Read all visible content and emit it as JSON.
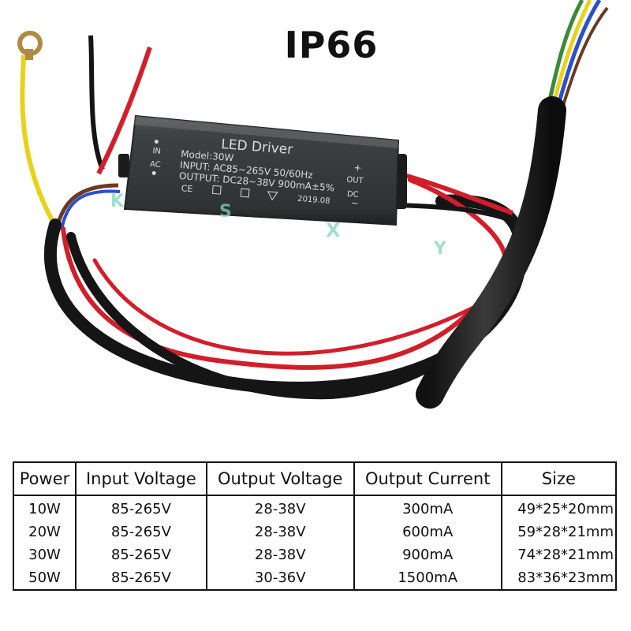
{
  "title": "IP66",
  "product": {
    "heading": "LED Driver",
    "model": "Model:30W",
    "input": "INPUT: AC85~265V 50/60Hz",
    "output": "OUTPUT: DC28~38V 900mA±5%",
    "date": "2019.08",
    "in_label": "IN",
    "ac_label": "AC",
    "out_label": "OUT",
    "dc_label": "DC",
    "plus": "+",
    "minus": "−"
  },
  "watermark": [
    "K",
    "S",
    "X",
    "Y"
  ],
  "table": {
    "headers": [
      "Power",
      "Input Voltage",
      "Output Voltage",
      "Output Current",
      "Size"
    ],
    "rows": [
      [
        "10W",
        "85-265V",
        "28-38V",
        "300mA",
        "49*25*20mm"
      ],
      [
        "20W",
        "85-265V",
        "28-38V",
        "600mA",
        "59*28*21mm"
      ],
      [
        "30W",
        "85-265V",
        "28-38V",
        "900mA",
        "74*28*21mm"
      ],
      [
        "50W",
        "85-265V",
        "30-36V",
        "1500mA",
        "83*36*23mm"
      ]
    ]
  },
  "colors": {
    "case": "#3a3d3e",
    "label_text": "#d8dcdc",
    "wire_red": "#d21e2a",
    "wire_black": "#151515",
    "wire_yellow": "#e8d21a",
    "wire_blue": "#2a4fd0",
    "wire_brown": "#6b3a22",
    "wire_green": "#3a8a3a",
    "watermark": "#7fd6b8"
  }
}
